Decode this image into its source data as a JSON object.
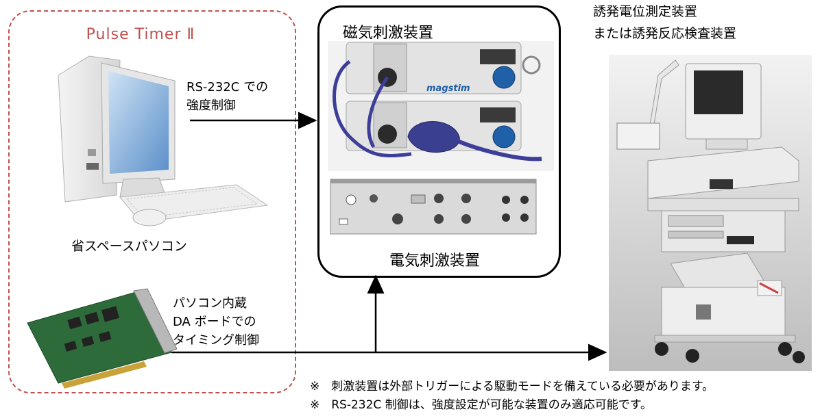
{
  "group": {
    "title": "Pulse Timer Ⅱ",
    "pc_label": "省スペースパソコン"
  },
  "stimulators": {
    "magnetic_label": "磁気刺激装置",
    "electric_label": "電気刺激装置",
    "magstim_brand": "magstim"
  },
  "evoked": {
    "title_line1": "誘発電位測定装置",
    "title_line2": "または誘発反応検査装置"
  },
  "arrows": {
    "rs232_line1": "RS-232C での",
    "rs232_line2": "強度制御",
    "da_line1": "パソコン内蔵",
    "da_line2": "DA ボードでの",
    "da_line3": "タイミング制御"
  },
  "notes": [
    "※　刺激装置は外部トリガーによる駆動モードを備えている必要があります。",
    "※　RS-232C 制御は、強度設定が可能な装置のみ適応可能です。"
  ],
  "colors": {
    "dashed_border": "#c0504d",
    "title_red": "#c0504d",
    "magstim_blue": "#2060a8"
  }
}
